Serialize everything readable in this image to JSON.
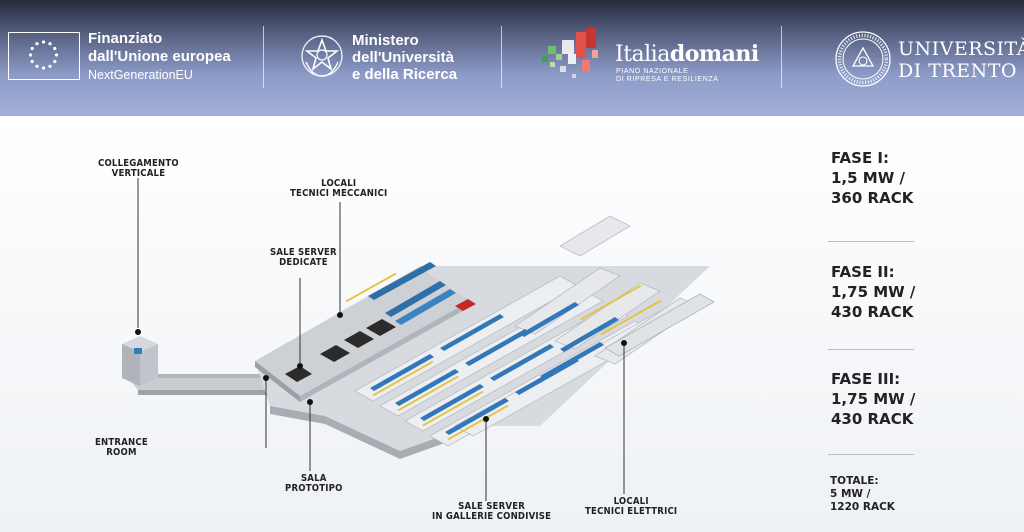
{
  "header": {
    "eu": {
      "line1": "Finanziato",
      "line2": "dall'Unione europea",
      "line3": "NextGenerationEU"
    },
    "ministry": {
      "line1": "Ministero",
      "line2": "dell'Università",
      "line3": "e della Ricerca"
    },
    "italiadomani": {
      "name_light": "Italia",
      "name_bold": "domani",
      "sub1": "PIANO NAZIONALE",
      "sub2": "DI RIPRESA E RESILIENZA"
    },
    "university": {
      "line1": "UNIVERSITÀ",
      "line2": "DI TRENTO"
    }
  },
  "labels": {
    "collegamento": {
      "l1": "COLLEGAMENTO",
      "l2": "VERTICALE"
    },
    "locali_mecc": {
      "l1": "LOCALI",
      "l2": "TECNICI MECCANICI"
    },
    "sale_dedicate": {
      "l1": "SALE SERVER",
      "l2": "DEDICATE"
    },
    "entrance": {
      "l1": "ENTRANCE",
      "l2": "ROOM"
    },
    "sala_prototipo": {
      "l1": "SALA",
      "l2": "PROTOTIPO"
    },
    "sale_gallerie": {
      "l1": "SALE SERVER",
      "l2": "IN GALLERIE CONDIVISE"
    },
    "locali_elett": {
      "l1": "LOCALI",
      "l2": "TECNICI ELETTRICI"
    }
  },
  "phases": [
    {
      "title": "FASE I:",
      "power": "1,5 MW /",
      "racks": "360 RACK"
    },
    {
      "title": "FASE II:",
      "power": "1,75 MW /",
      "racks": "430 RACK"
    },
    {
      "title": "FASE III:",
      "power": "1,75 MW /",
      "racks": "430 RACK"
    }
  ],
  "total": {
    "title": "TOTALE:",
    "power": "5 MW /",
    "racks": "1220 RACK"
  }
}
